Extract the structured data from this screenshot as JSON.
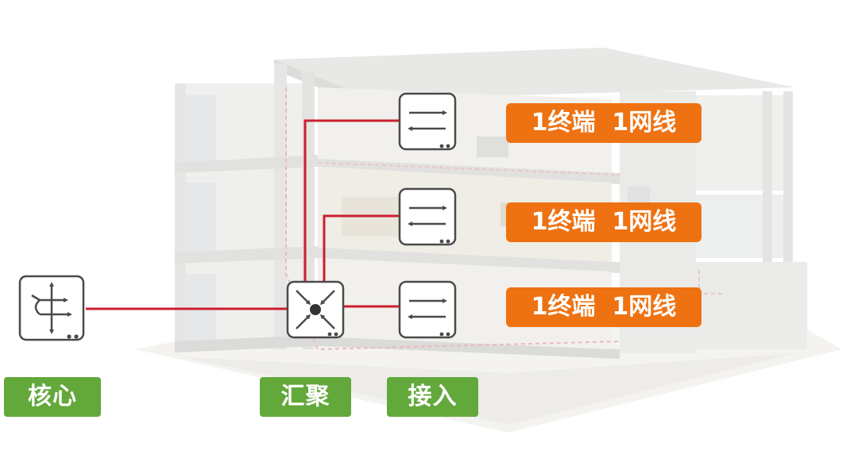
{
  "diagram": {
    "tiers": [
      {
        "id": "core",
        "label": "核心"
      },
      {
        "id": "aggregation",
        "label": "汇聚"
      },
      {
        "id": "access",
        "label": "接入"
      }
    ],
    "callouts": [
      {
        "label": "1终端  1网线"
      },
      {
        "label": "1终端  1网线"
      },
      {
        "label": "1终端  1网线"
      }
    ]
  },
  "colors": {
    "link_line": "#cc1f2e",
    "tier_label_bg": "#63a83b",
    "callout_bg": "#ee7212",
    "device_stroke": "#4a4a4a",
    "device_fill": "#ffffff",
    "building": "#e9e9e7"
  },
  "icons": {
    "core": "core-switch-icon",
    "aggregation": "aggregation-switch-icon",
    "access": "access-switch-icon"
  }
}
